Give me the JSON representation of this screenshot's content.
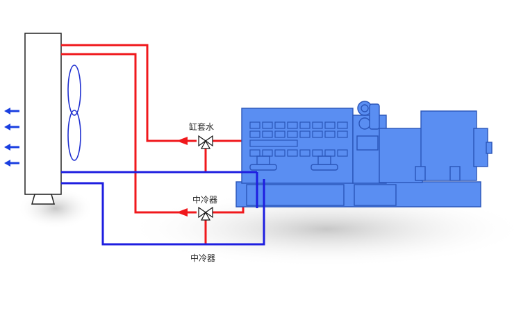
{
  "labels": {
    "jacket_water": "缸套水",
    "intercooler_top": "中冷器",
    "intercooler_bottom": "中冷器"
  },
  "colors": {
    "hot_line": "#f0181c",
    "cold_line": "#1e1ee0",
    "engine_fill": "#5a8ef2",
    "engine_stroke": "#2a55b8",
    "arrow": "#1a3fe0",
    "radiator_fill": "#ffffff",
    "fan_blade": "#2030d0"
  },
  "icons": [
    "airflow-arrow-icon",
    "fan-icon",
    "three-way-valve-icon",
    "flow-arrow-icon"
  ]
}
